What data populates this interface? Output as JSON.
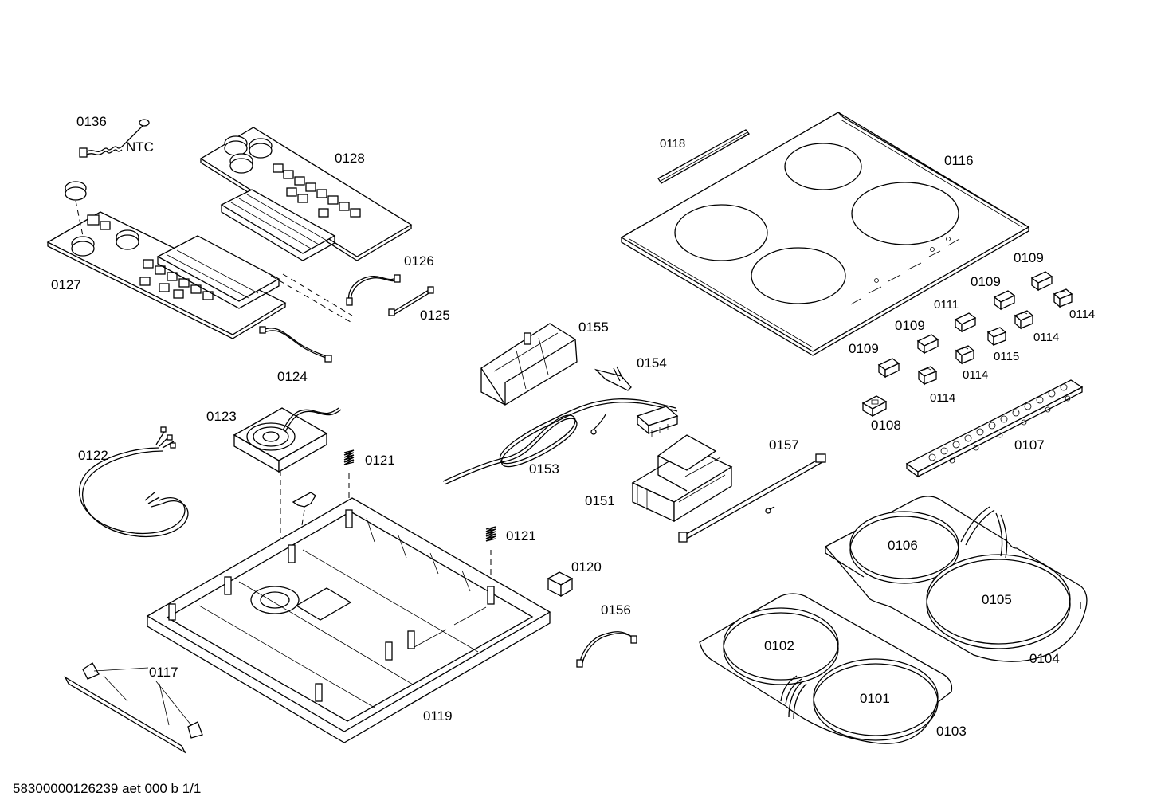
{
  "document_id": "58300000126239 aet 000 b 1/1",
  "part_labels": {
    "p0136": "0136",
    "ntc": "NTC",
    "p0128": "0128",
    "p0127": "0127",
    "p0126": "0126",
    "p0125": "0125",
    "p0124": "0124",
    "p0118": "0118",
    "p0116": "0116",
    "p0109a": "0109",
    "p0109b": "0109",
    "p0109c": "0109",
    "p0109d": "0109",
    "p0111": "0111",
    "p0114a": "0114",
    "p0114b": "0114",
    "p0114c": "0114",
    "p0114d": "0114",
    "p0115": "0115",
    "p0108": "0108",
    "p0107": "0107",
    "p0155": "0155",
    "p0154": "0154",
    "p0153": "0153",
    "p0151": "0151",
    "p0157": "0157",
    "p0123": "0123",
    "p0122": "0122",
    "p0121a": "0121",
    "p0121b": "0121",
    "p0120": "0120",
    "p0156": "0156",
    "p0117": "0117",
    "p0119": "0119",
    "p0106": "0106",
    "p0105": "0105",
    "p0104": "0104",
    "p0102": "0102",
    "p0101": "0101",
    "p0103": "0103"
  }
}
